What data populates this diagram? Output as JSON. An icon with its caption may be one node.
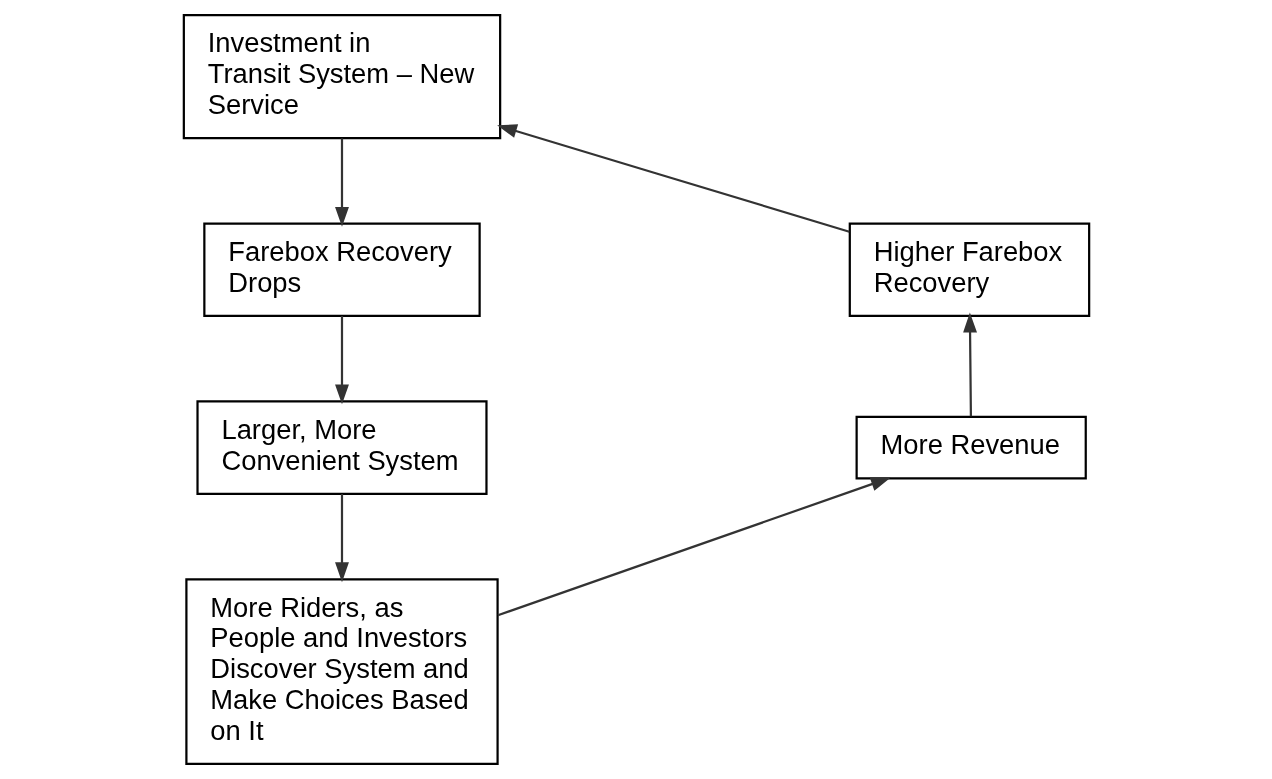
{
  "diagram": {
    "nodes": [
      {
        "text": [
          "Investment in Transit System – New Service"
        ]
      },
      {
        "text": [
          "Higher Farebox Recovery"
        ]
      },
      {
        "text": [
          "Farebox Recovery Drops"
        ]
      },
      {
        "text": [
          "Larger, More Convenient System"
        ]
      },
      {
        "text": [
          "More Revenue"
        ]
      },
      {
        "text": [
          "More Riders, as People and Investors Discover System and Make Choices Based on It"
        ]
      }
    ],
    "edges": [
      {
        "from": 0,
        "to": 2,
        "arrow": "to"
      },
      {
        "from": 2,
        "to": 3,
        "arrow": "to"
      },
      {
        "from": 3,
        "to": 5,
        "arrow": "to"
      },
      {
        "from": 5,
        "to": 4,
        "arrow": "to"
      },
      {
        "from": 4,
        "to": 1,
        "arrow": "to"
      },
      {
        "from": 1,
        "to": 0,
        "arrow": "to"
      }
    ]
  }
}
